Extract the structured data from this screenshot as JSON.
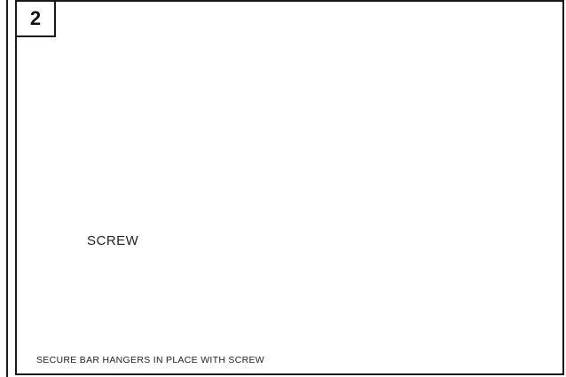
{
  "step": {
    "number": "2"
  },
  "callouts": {
    "screw": "SCREW"
  },
  "caption": "SECURE BAR HANGERS IN PLACE WITH SCREW",
  "colors": {
    "line": "#1a1a1a",
    "shade": "#cfcfcf",
    "arrow_fill": "#e6e6e6"
  },
  "icons": {
    "push_arrow": "arrow-pointing-up-left"
  }
}
